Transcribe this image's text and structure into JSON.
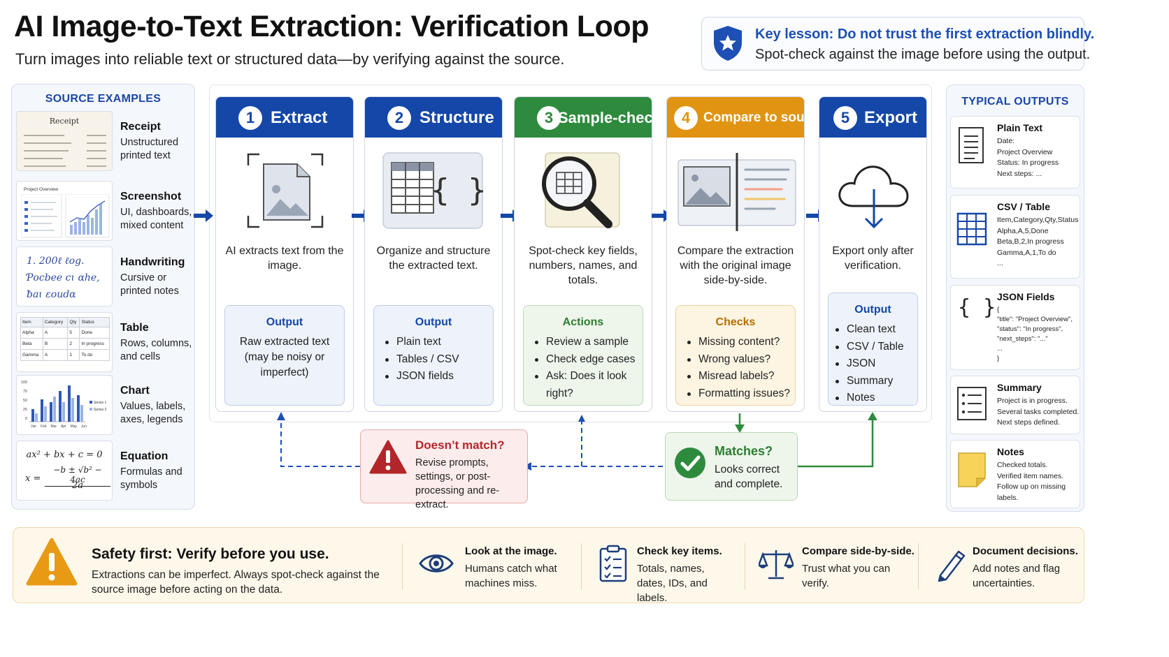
{
  "header": {
    "title": "AI Image-to-Text Extraction: Verification Loop",
    "subtitle": "Turn images into reliable text or structured data—by verifying against the source."
  },
  "lesson": {
    "line1": "Key lesson: Do not trust the first extraction blindly.",
    "line2": "Spot-check against the image before using the output."
  },
  "sources": {
    "title": "SOURCE EXAMPLES",
    "items": [
      {
        "name": "Receipt",
        "desc": "Unstructured printed text"
      },
      {
        "name": "Screenshot",
        "desc": "UI, dashboards, mixed content"
      },
      {
        "name": "Handwriting",
        "desc": "Cursive or printed notes"
      },
      {
        "name": "Table",
        "desc": "Rows, columns, and cells"
      },
      {
        "name": "Chart",
        "desc": "Values, labels, axes, legends"
      },
      {
        "name": "Equation",
        "desc": "Formulas and symbols"
      }
    ],
    "thumbs": {
      "receipt_title": "Receipt",
      "screenshot_title": "Project Overview",
      "handwriting": [
        "1. 200ℓ ℓog.",
        "Ƥocbee cɩ ɑhe,",
        "ƀaɩ εoudɑ baɗce."
      ],
      "table_header": [
        "Item",
        "Category",
        "Qty",
        "Status"
      ],
      "table_rows": [
        [
          "Alpha",
          "A",
          "5",
          "Done"
        ],
        [
          "Beta",
          "B",
          "2",
          "In progress"
        ],
        [
          "Gamma",
          "A",
          "1",
          "To do"
        ]
      ],
      "chart_yticks": [
        "100",
        "75",
        "50",
        "25",
        "0"
      ],
      "chart_xticks": [
        "Jan",
        "Feb",
        "Mar",
        "Apr",
        "May",
        "Jun"
      ],
      "chart_legend": [
        "Series 1",
        "Series 2"
      ],
      "eq1": "ax² + bx + c = 0",
      "eq2_lhs": "x =",
      "eq2_num": "−b ± √b² − 4ac",
      "eq2_den": "2a"
    }
  },
  "stages": [
    {
      "num": "1",
      "title": "Extract",
      "color": "#1447a8",
      "desc": "AI extracts text from the image.",
      "out_title": "Output",
      "out_body": "Raw extracted text (may be noisy or imperfect)"
    },
    {
      "num": "2",
      "title": "Structure",
      "color": "#1447a8",
      "desc": "Organize and structure the extracted text.",
      "out_title": "Output",
      "out_items": [
        "Plain text",
        "Tables / CSV",
        "JSON fields"
      ]
    },
    {
      "num": "3",
      "title": "Sample-check",
      "color": "#2e8b3e",
      "desc": "Spot-check key fields, numbers, names, and totals.",
      "out_title": "Actions",
      "out_items": [
        "Review a sample",
        "Check edge cases",
        "Ask: Does it look right?"
      ]
    },
    {
      "num": "4",
      "title": "Compare to source",
      "color": "#e09412",
      "desc": "Compare the extraction with the original image side-by-side.",
      "out_title": "Checks",
      "out_items": [
        "Missing content?",
        "Wrong values?",
        "Misread labels?",
        "Formatting issues?"
      ]
    },
    {
      "num": "5",
      "title": "Export",
      "color": "#1447a8",
      "desc": "Export only after verification.",
      "out_title": "Output",
      "out_items": [
        "Clean text",
        "CSV / Table",
        "JSON",
        "Summary",
        "Notes"
      ]
    }
  ],
  "mismatch": {
    "title": "Doesn’t match?",
    "desc": "Revise prompts, settings, or post-processing and re-extract."
  },
  "match": {
    "title": "Matches?",
    "desc": "Looks correct and complete."
  },
  "outputs": {
    "title": "TYPICAL OUTPUTS",
    "items": [
      {
        "name": "Plain Text",
        "body": "Date:\nProject Overview\nStatus: In progress\nNext steps: ..."
      },
      {
        "name": "CSV / Table",
        "body": "Item,Category,Qty,Status\nAlpha,A,5,Done\nBeta,B,2,In progress\nGamma,A,1,To do\n..."
      },
      {
        "name": "JSON Fields",
        "body": "{\n   \"title\": \"Project Overview\",\n   \"status\": \"In progress\",\n   \"next_steps\": \"...\"\n   ...\n}"
      },
      {
        "name": "Summary",
        "body": "Project is in progress.\nSeveral tasks completed.\nNext steps defined."
      },
      {
        "name": "Notes",
        "body": "Checked totals.\nVerified item names.\nFollow up on missing labels."
      }
    ]
  },
  "safety": {
    "title": "Safety first: Verify before you use.",
    "desc": "Extractions can be imperfect. Always spot-check against the source image before acting on the data.",
    "tips": [
      {
        "title": "Look at the image.",
        "desc": "Humans catch what machines miss."
      },
      {
        "title": "Check key items.",
        "desc": "Totals, names, dates, IDs, and labels."
      },
      {
        "title": "Compare side-by-side.",
        "desc": "Trust what you can verify."
      },
      {
        "title": "Document decisions.",
        "desc": "Add notes and flag uncertainties."
      }
    ]
  },
  "colors": {
    "blue": "#1447a8",
    "green": "#2e8b3e",
    "orange": "#e09412",
    "red": "#b2262b"
  }
}
